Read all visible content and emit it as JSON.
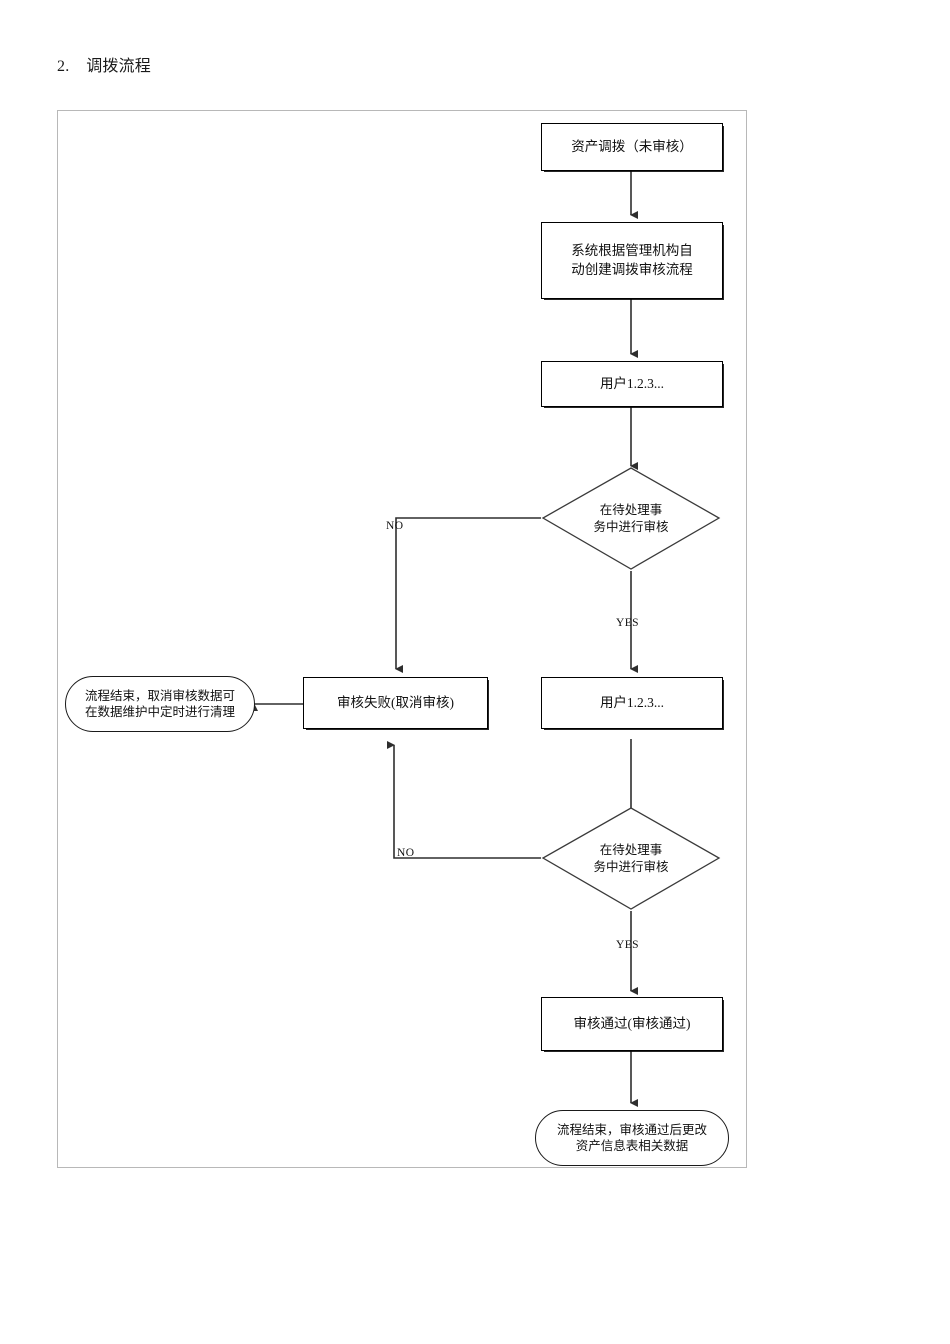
{
  "document": {
    "title_number": "2.",
    "title_text": "调拨流程",
    "title_full": "2.    调拨流程"
  },
  "colors": {
    "frame_border": "#b8b8b8",
    "node_border": "#000000",
    "connector": "#3a3a3a",
    "text": "#111111",
    "background": "#ffffff"
  },
  "flowchart": {
    "type": "flowchart",
    "orientation": "top-to-bottom",
    "nodes": [
      {
        "id": "n1",
        "shape": "process",
        "label": "资产调拨（未审核）"
      },
      {
        "id": "n2",
        "shape": "process",
        "label": "系统根据管理机构自\n动创建调拨审核流程"
      },
      {
        "id": "n3",
        "shape": "process",
        "label": "用户1.2.3..."
      },
      {
        "id": "d1",
        "shape": "decision",
        "label": "在待处理事\n务中进行审核"
      },
      {
        "id": "t1",
        "shape": "terminal",
        "label": "流程结束，取消审核数据可\n在数据维护中定时进行清理"
      },
      {
        "id": "n4",
        "shape": "process",
        "label": "审核失败(取消审核)"
      },
      {
        "id": "n5",
        "shape": "process",
        "label": "用户1.2.3..."
      },
      {
        "id": "d2",
        "shape": "decision",
        "label": "在待处理事\n务中进行审核"
      },
      {
        "id": "n6",
        "shape": "process",
        "label": "审核通过(审核通过)"
      },
      {
        "id": "t2",
        "shape": "terminal",
        "label": "流程结束，审核通过后更改\n资产信息表相关数据"
      }
    ],
    "edges": [
      {
        "from": "n1",
        "to": "n2",
        "label": ""
      },
      {
        "from": "n2",
        "to": "n3",
        "label": ""
      },
      {
        "from": "n3",
        "to": "d1",
        "label": ""
      },
      {
        "from": "d1",
        "to": "n4",
        "label": "NO"
      },
      {
        "from": "d1",
        "to": "n5",
        "label": "YES"
      },
      {
        "from": "n4",
        "to": "t1",
        "label": ""
      },
      {
        "from": "n5",
        "to": "d2",
        "label": ""
      },
      {
        "from": "d2",
        "to": "n4",
        "label": "NO"
      },
      {
        "from": "d2",
        "to": "n6",
        "label": "YES"
      },
      {
        "from": "n6",
        "to": "t2",
        "label": ""
      }
    ],
    "edge_labels": {
      "no_1": "NO",
      "yes_1": "YES",
      "no_2": "NO",
      "yes_2": "YES"
    }
  }
}
